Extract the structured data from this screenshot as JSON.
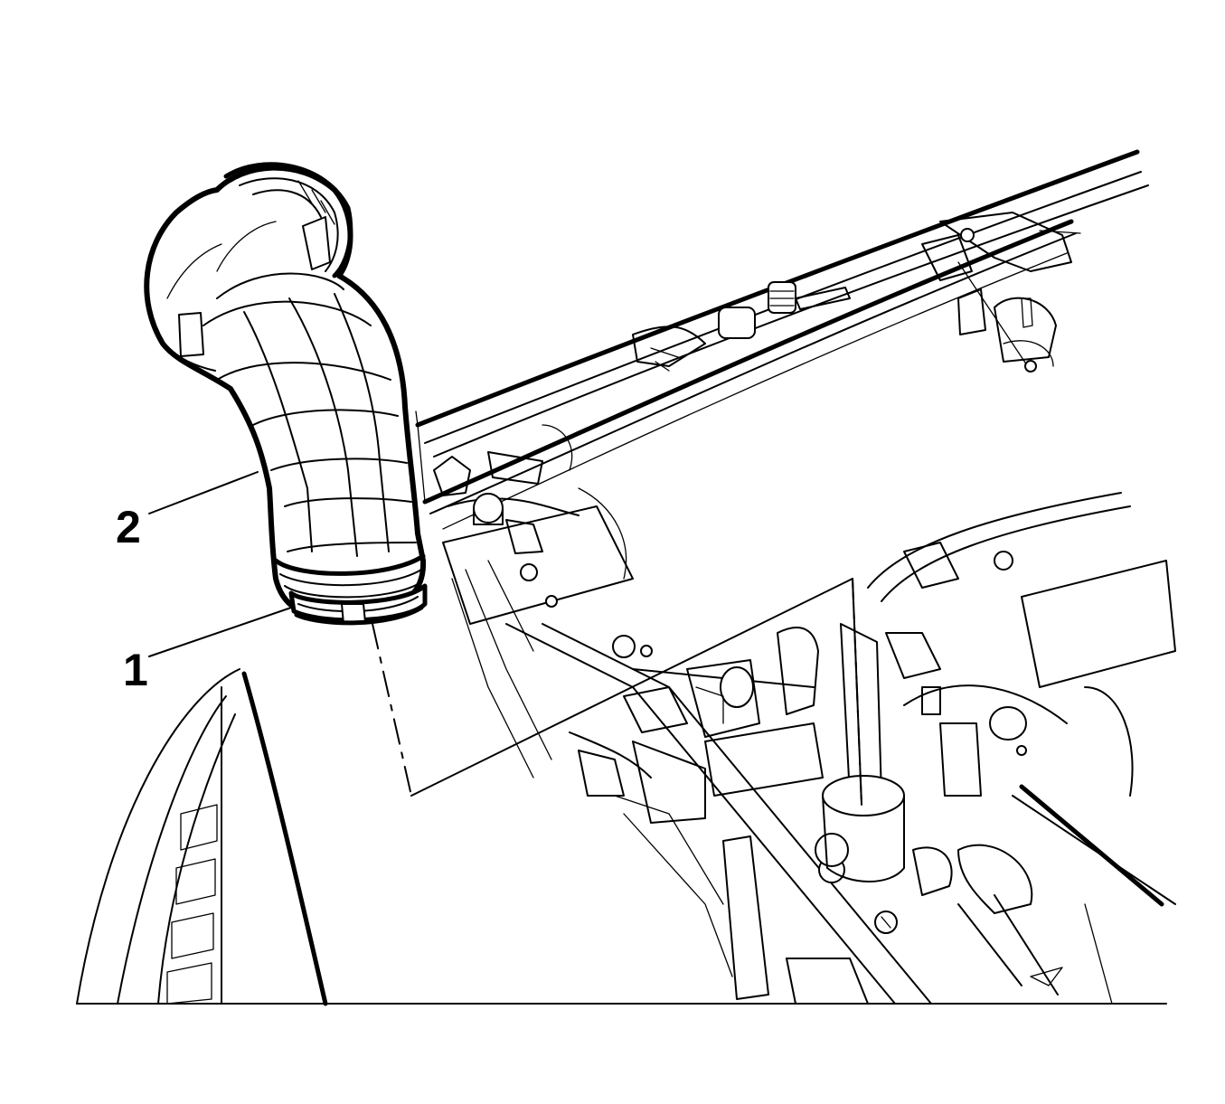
{
  "diagram": {
    "callouts": [
      {
        "id": "1",
        "label": "1",
        "part": "clamp"
      },
      {
        "id": "2",
        "label": "2",
        "part": "air-intake-duct"
      }
    ],
    "colors": {
      "line": "#000000",
      "background": "#ffffff"
    }
  }
}
